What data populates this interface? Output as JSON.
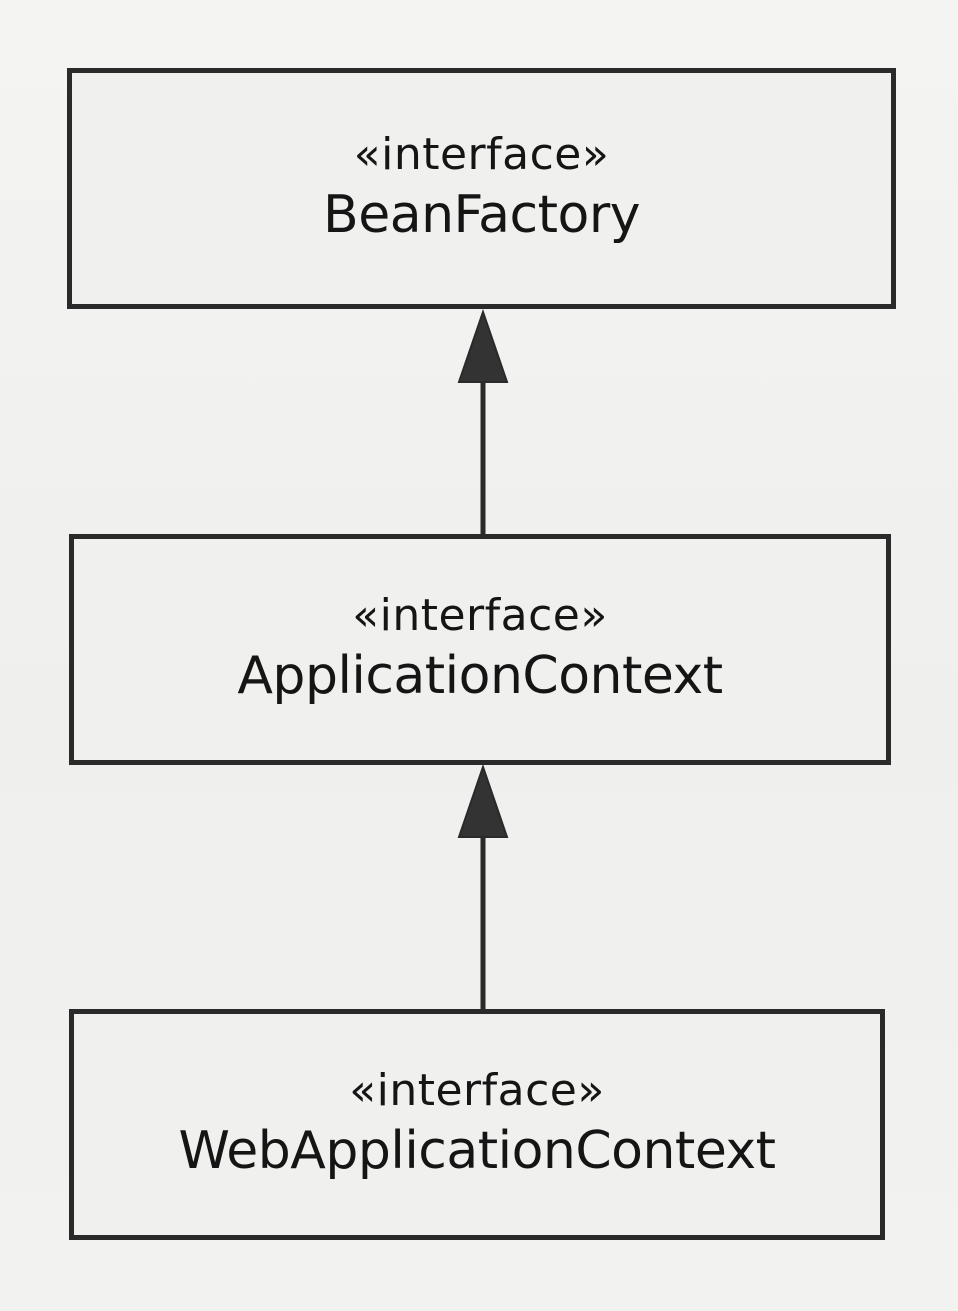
{
  "diagram": {
    "nodes": [
      {
        "id": "bean",
        "stereotype": "«interface»",
        "name": "BeanFactory"
      },
      {
        "id": "app",
        "stereotype": "«interface»",
        "name": "ApplicationContext"
      },
      {
        "id": "web",
        "stereotype": "«interface»",
        "name": "WebApplicationContext"
      }
    ],
    "edges": [
      {
        "from": "app",
        "to": "bean",
        "type": "generalization"
      },
      {
        "from": "web",
        "to": "app",
        "type": "generalization"
      }
    ],
    "colors": {
      "line": "#2a2a2a",
      "arrowhead": "#333333",
      "box_fill": "#f0f0ee"
    }
  }
}
